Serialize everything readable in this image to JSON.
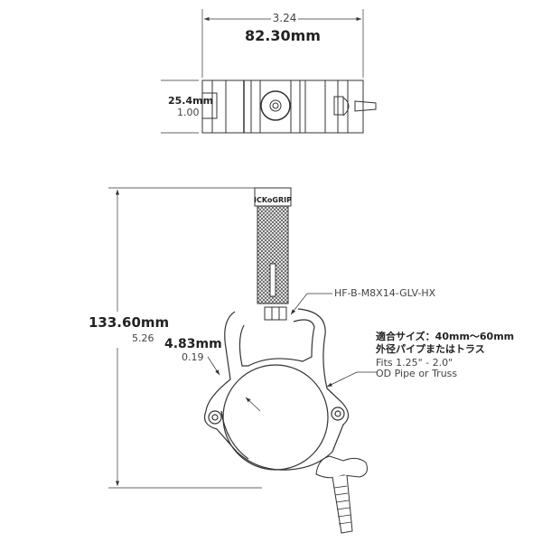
{
  "top_view": {
    "width_in": "3.24",
    "width_mm": "82.30mm",
    "height_mm": "25.4mm",
    "height_in": "1.00"
  },
  "side_view": {
    "height_mm": "133.60mm",
    "height_in": "5.26",
    "thickness_mm": "4.83mm",
    "thickness_in": "0.19",
    "knob_label": "ICKoGRIP",
    "bolt_part": "HF-B-M8X14-GLV-HX",
    "fit_jp_1": "適合サイズ：40mm〜60mm",
    "fit_jp_2": "外径パイプまたはトラス",
    "fit_en_1": "Fits 1.25\" - 2.0\"",
    "fit_en_2": "OD Pipe or Truss"
  },
  "colors": {
    "line": "#333333",
    "knurl": "#777777"
  }
}
